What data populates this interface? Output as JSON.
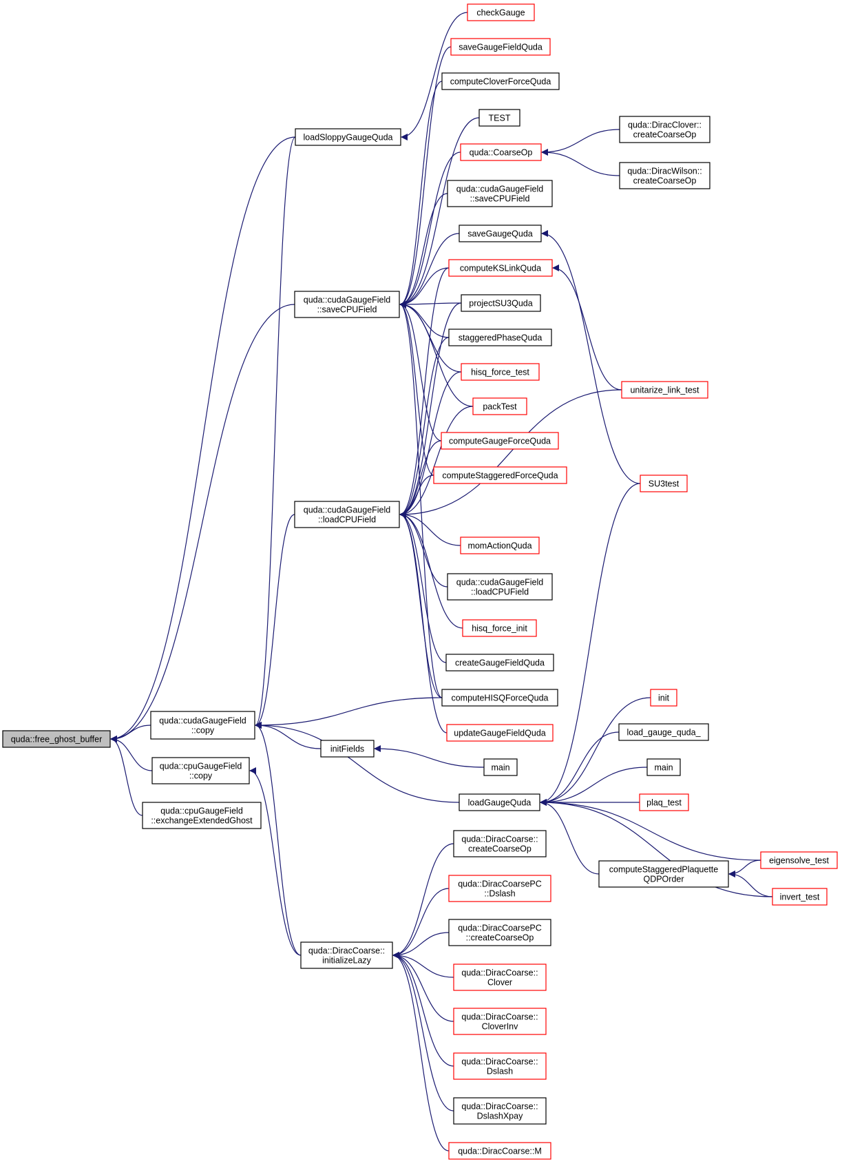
{
  "colors": {
    "edge": "#191970",
    "focus_fill": "#bfbfbf",
    "node_fill": "#ffffff",
    "border_black": "#000000",
    "border_red": "#ff0000"
  },
  "nodes": {
    "free_ghost_buffer": {
      "lines": [
        "quda::free_ghost_buffer"
      ],
      "border": "black",
      "focus": true
    },
    "cuda_copy": {
      "lines": [
        "quda::cudaGaugeField",
        "::copy"
      ],
      "border": "black"
    },
    "cpu_copy": {
      "lines": [
        "quda::cpuGaugeField",
        "::copy"
      ],
      "border": "black"
    },
    "cpu_exchange": {
      "lines": [
        "quda::cpuGaugeField",
        "::exchangeExtendedGhost"
      ],
      "border": "black"
    },
    "loadSloppy": {
      "lines": [
        "loadSloppyGaugeQuda"
      ],
      "border": "black"
    },
    "cuda_saveCPU": {
      "lines": [
        "quda::cudaGaugeField",
        "::saveCPUField"
      ],
      "border": "black"
    },
    "cuda_loadCPU": {
      "lines": [
        "quda::cudaGaugeField",
        "::loadCPUField"
      ],
      "border": "black"
    },
    "initFields": {
      "lines": [
        "initFields"
      ],
      "border": "black"
    },
    "dc_initLazy": {
      "lines": [
        "quda::DiracCoarse::",
        "initializeLazy"
      ],
      "border": "black"
    },
    "checkGauge": {
      "lines": [
        "checkGauge"
      ],
      "border": "red"
    },
    "saveGaugeField": {
      "lines": [
        "saveGaugeFieldQuda"
      ],
      "border": "red"
    },
    "computeClover": {
      "lines": [
        "computeCloverForceQuda"
      ],
      "border": "black"
    },
    "TEST": {
      "lines": [
        "TEST"
      ],
      "border": "black"
    },
    "coarseOp": {
      "lines": [
        "quda::CoarseOp"
      ],
      "border": "red"
    },
    "cuda_saveCPU2": {
      "lines": [
        "quda::cudaGaugeField",
        "::saveCPUField"
      ],
      "border": "black"
    },
    "saveGauge": {
      "lines": [
        "saveGaugeQuda"
      ],
      "border": "black"
    },
    "computeKS": {
      "lines": [
        "computeKSLinkQuda"
      ],
      "border": "red"
    },
    "projectSU3": {
      "lines": [
        "projectSU3Quda"
      ],
      "border": "black"
    },
    "stagPhase": {
      "lines": [
        "staggeredPhaseQuda"
      ],
      "border": "black"
    },
    "hisqForceTest": {
      "lines": [
        "hisq_force_test"
      ],
      "border": "red"
    },
    "packTest": {
      "lines": [
        "packTest"
      ],
      "border": "red"
    },
    "computeGaugeForce": {
      "lines": [
        "computeGaugeForceQuda"
      ],
      "border": "red"
    },
    "computeStagForce": {
      "lines": [
        "computeStaggeredForceQuda"
      ],
      "border": "red"
    },
    "momAction": {
      "lines": [
        "momActionQuda"
      ],
      "border": "red"
    },
    "cuda_loadCPU2": {
      "lines": [
        "quda::cudaGaugeField",
        "::loadCPUField"
      ],
      "border": "black"
    },
    "hisqForceInit": {
      "lines": [
        "hisq_force_init"
      ],
      "border": "red"
    },
    "createGaugeField": {
      "lines": [
        "createGaugeFieldQuda"
      ],
      "border": "black"
    },
    "computeHISQ": {
      "lines": [
        "computeHISQForceQuda"
      ],
      "border": "black"
    },
    "updateGaugeField": {
      "lines": [
        "updateGaugeFieldQuda"
      ],
      "border": "red"
    },
    "main1": {
      "lines": [
        "main"
      ],
      "border": "black"
    },
    "loadGauge": {
      "lines": [
        "loadGaugeQuda"
      ],
      "border": "black"
    },
    "dc_createCoarseOp": {
      "lines": [
        "quda::DiracCoarse::",
        "createCoarseOp"
      ],
      "border": "black"
    },
    "dcpc_dslash": {
      "lines": [
        "quda::DiracCoarsePC",
        "::Dslash"
      ],
      "border": "red"
    },
    "dcpc_createCoarseOp": {
      "lines": [
        "quda::DiracCoarsePC",
        "::createCoarseOp"
      ],
      "border": "black"
    },
    "dc_clover": {
      "lines": [
        "quda::DiracCoarse::",
        "Clover"
      ],
      "border": "red"
    },
    "dc_cloverInv": {
      "lines": [
        "quda::DiracCoarse::",
        "CloverInv"
      ],
      "border": "red"
    },
    "dc_dslash": {
      "lines": [
        "quda::DiracCoarse::",
        "Dslash"
      ],
      "border": "red"
    },
    "dc_dslashXpay": {
      "lines": [
        "quda::DiracCoarse::",
        "DslashXpay"
      ],
      "border": "black"
    },
    "dc_M": {
      "lines": [
        "quda::DiracCoarse::M"
      ],
      "border": "red"
    },
    "diracClover_cco": {
      "lines": [
        "quda::DiracClover::",
        "createCoarseOp"
      ],
      "border": "black"
    },
    "diracWilson_cco": {
      "lines": [
        "quda::DiracWilson::",
        "createCoarseOp"
      ],
      "border": "black"
    },
    "unitarize": {
      "lines": [
        "unitarize_link_test"
      ],
      "border": "red"
    },
    "SU3test": {
      "lines": [
        "SU3test"
      ],
      "border": "red"
    },
    "init": {
      "lines": [
        "init"
      ],
      "border": "red"
    },
    "loadGaugeQuda_": {
      "lines": [
        "load_gauge_quda_"
      ],
      "border": "black"
    },
    "main2": {
      "lines": [
        "main"
      ],
      "border": "black"
    },
    "plaqTest": {
      "lines": [
        "plaq_test"
      ],
      "border": "red"
    },
    "computeStagPlaq": {
      "lines": [
        "computeStaggeredPlaquette",
        "QDPOrder"
      ],
      "border": "black"
    },
    "eigensolve": {
      "lines": [
        "eigensolve_test"
      ],
      "border": "red"
    },
    "invertTest": {
      "lines": [
        "invert_test"
      ],
      "border": "red"
    }
  },
  "edges": [
    {
      "from": "free_ghost_buffer",
      "to": "cuda_copy"
    },
    {
      "from": "free_ghost_buffer",
      "to": "cpu_copy"
    },
    {
      "from": "free_ghost_buffer",
      "to": "cpu_exchange"
    },
    {
      "from": "free_ghost_buffer",
      "to": "loadSloppy"
    },
    {
      "from": "free_ghost_buffer",
      "to": "cuda_saveCPU"
    },
    {
      "from": "cuda_copy",
      "to": "loadSloppy"
    },
    {
      "from": "cuda_copy",
      "to": "cuda_loadCPU"
    },
    {
      "from": "cuda_copy",
      "to": "computeHISQ"
    },
    {
      "from": "cuda_copy",
      "to": "initFields"
    },
    {
      "from": "cuda_copy",
      "to": "loadGauge"
    },
    {
      "from": "cuda_copy",
      "to": "dc_initLazy"
    },
    {
      "from": "cpu_copy",
      "to": "dc_initLazy"
    },
    {
      "from": "loadSloppy",
      "to": "checkGauge"
    },
    {
      "from": "cuda_saveCPU",
      "to": "saveGaugeField"
    },
    {
      "from": "cuda_saveCPU",
      "to": "computeClover"
    },
    {
      "from": "cuda_saveCPU",
      "to": "TEST"
    },
    {
      "from": "cuda_saveCPU",
      "to": "coarseOp"
    },
    {
      "from": "cuda_saveCPU",
      "to": "cuda_saveCPU2"
    },
    {
      "from": "cuda_saveCPU",
      "to": "saveGauge"
    },
    {
      "from": "cuda_saveCPU",
      "to": "computeKS"
    },
    {
      "from": "cuda_saveCPU",
      "to": "projectSU3"
    },
    {
      "from": "cuda_saveCPU",
      "to": "stagPhase"
    },
    {
      "from": "cuda_saveCPU",
      "to": "hisqForceTest"
    },
    {
      "from": "cuda_saveCPU",
      "to": "packTest"
    },
    {
      "from": "cuda_saveCPU",
      "to": "computeGaugeForce"
    },
    {
      "from": "cuda_saveCPU",
      "to": "computeStagForce"
    },
    {
      "from": "cuda_saveCPU",
      "to": "computeHISQ"
    },
    {
      "from": "cuda_loadCPU",
      "to": "computeKS"
    },
    {
      "from": "cuda_loadCPU",
      "to": "projectSU3"
    },
    {
      "from": "cuda_loadCPU",
      "to": "stagPhase"
    },
    {
      "from": "cuda_loadCPU",
      "to": "hisqForceTest"
    },
    {
      "from": "cuda_loadCPU",
      "to": "packTest"
    },
    {
      "from": "cuda_loadCPU",
      "to": "computeGaugeForce"
    },
    {
      "from": "cuda_loadCPU",
      "to": "computeStagForce"
    },
    {
      "from": "cuda_loadCPU",
      "to": "unitarize"
    },
    {
      "from": "cuda_loadCPU",
      "to": "momAction"
    },
    {
      "from": "cuda_loadCPU",
      "to": "cuda_loadCPU2"
    },
    {
      "from": "cuda_loadCPU",
      "to": "hisqForceInit"
    },
    {
      "from": "cuda_loadCPU",
      "to": "createGaugeField"
    },
    {
      "from": "cuda_loadCPU",
      "to": "computeHISQ"
    },
    {
      "from": "cuda_loadCPU",
      "to": "updateGaugeField"
    },
    {
      "from": "coarseOp",
      "to": "diracClover_cco"
    },
    {
      "from": "coarseOp",
      "to": "diracWilson_cco"
    },
    {
      "from": "saveGauge",
      "to": "SU3test"
    },
    {
      "from": "computeKS",
      "to": "unitarize"
    },
    {
      "from": "initFields",
      "to": "main1"
    },
    {
      "from": "loadGauge",
      "to": "init"
    },
    {
      "from": "loadGauge",
      "to": "loadGaugeQuda_"
    },
    {
      "from": "loadGauge",
      "to": "main2"
    },
    {
      "from": "loadGauge",
      "to": "plaqTest"
    },
    {
      "from": "loadGauge",
      "to": "computeStagPlaq"
    },
    {
      "from": "loadGauge",
      "to": "eigensolve"
    },
    {
      "from": "loadGauge",
      "to": "invertTest"
    },
    {
      "from": "loadGauge",
      "to": "SU3test"
    },
    {
      "from": "computeStagPlaq",
      "to": "eigensolve"
    },
    {
      "from": "computeStagPlaq",
      "to": "invertTest"
    },
    {
      "from": "dc_initLazy",
      "to": "dc_createCoarseOp"
    },
    {
      "from": "dc_initLazy",
      "to": "dcpc_dslash"
    },
    {
      "from": "dc_initLazy",
      "to": "dcpc_createCoarseOp"
    },
    {
      "from": "dc_initLazy",
      "to": "dc_clover"
    },
    {
      "from": "dc_initLazy",
      "to": "dc_cloverInv"
    },
    {
      "from": "dc_initLazy",
      "to": "dc_dslash"
    },
    {
      "from": "dc_initLazy",
      "to": "dc_dslashXpay"
    },
    {
      "from": "dc_initLazy",
      "to": "dc_M"
    }
  ]
}
